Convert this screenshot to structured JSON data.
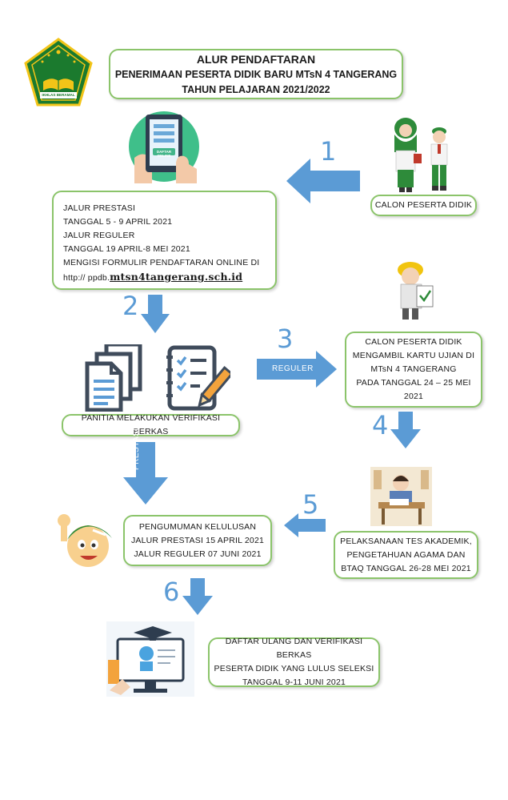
{
  "header": {
    "line1": "ALUR PENDAFTARAN",
    "line2": "PENERIMAAN PESERTA DIDIK BARU MTsN 4 TANGERANG",
    "line3": "TAHUN PELAJARAN 2021/2022"
  },
  "logo": {
    "caption": "IKHLAS BERAMAL"
  },
  "tablet": {
    "label": "DAFTAR ONLINE"
  },
  "steps": {
    "s1": "1",
    "s2": "2",
    "s3": "3",
    "s4": "4",
    "s5": "5",
    "s6": "6"
  },
  "arrows": {
    "reguler": "REGULER",
    "prestasi": "PRESTASI"
  },
  "boxes": {
    "calon": "CALON PESERTA DIDIK",
    "jalur": {
      "l1": "JALUR PRESTASI",
      "l2": "TANGGAL 5 - 9 APRIL 2021",
      "l3": "JALUR REGULER",
      "l4": "TANGGAL 19 APRIL-8 MEI 2021",
      "l5": "MENGISI FORMULIR PENDAFTARAN ONLINE DI",
      "url_prefix": "http:// ppdb.",
      "url_domain": "mtsn4tangerang.sch.id"
    },
    "panitia": "PANITIA MELAKUKAN VERIFIKASI BERKAS",
    "kartu": {
      "l1": "CALON PESERTA DIDIK",
      "l2": "MENGAMBIL KARTU UJIAN DI",
      "l3": "MTsN 4 TANGERANG",
      "l4": "PADA TANGGAL 24 – 25 MEI",
      "l5": "2021"
    },
    "pengumuman": {
      "l1": "PENGUMUMAN KELULUSAN",
      "l2": "JALUR PRESTASI 15 APRIL 2021",
      "l3": "JALUR REGULER 07 JUNI 2021"
    },
    "tes": {
      "l1": "PELAKSANAAN TES AKADEMIK,",
      "l2": "PENGETAHUAN AGAMA DAN",
      "l3": "BTAQ TANGGAL 26-28 MEI 2021"
    },
    "daftar_ulang": {
      "l1": "DAFTAR ULANG DAN VERIFIKASI BERKAS",
      "l2": "PESERTA DIDIK YANG LULUS SELEKSI",
      "l3": "TANGGAL 9-11 JUNI 2021"
    }
  },
  "colors": {
    "box_border": "#8bc46a",
    "arrow_blue": "#5b9bd5",
    "logo_green": "#1b7a2e",
    "logo_gold": "#f2c418"
  }
}
